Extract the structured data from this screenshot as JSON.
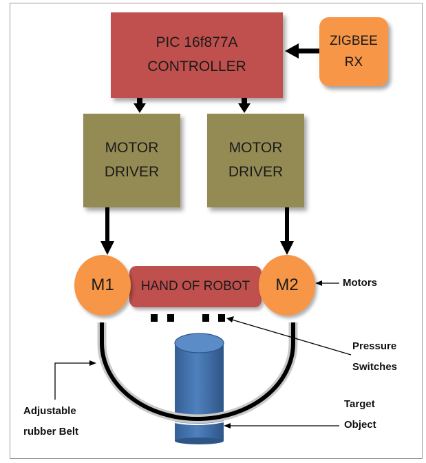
{
  "controller": {
    "line1": "PIC 16f877A",
    "line2": "CONTROLLER"
  },
  "zigbee": {
    "line1": "ZIGBEE",
    "line2": "RX"
  },
  "driver_left": {
    "line1": "MOTOR",
    "line2": "DRIVER"
  },
  "driver_right": {
    "line1": "MOTOR",
    "line2": "DRIVER"
  },
  "motor_left": "M1",
  "motor_right": "M2",
  "hand": "HAND OF ROBOT",
  "labels": {
    "motors": "Motors",
    "pressure_line1": "Pressure",
    "pressure_line2": "Switches",
    "belt_line1": "Adjustable",
    "belt_line2": "rubber Belt",
    "target_line1": "Target",
    "target_line2": "Object"
  },
  "colors": {
    "controller": "#c0504d",
    "zigbee": "#f79646",
    "driver": "#948a54",
    "motor": "#f79646",
    "hand": "#c0504d",
    "target": "#4f81bd",
    "belt": "#000000"
  }
}
